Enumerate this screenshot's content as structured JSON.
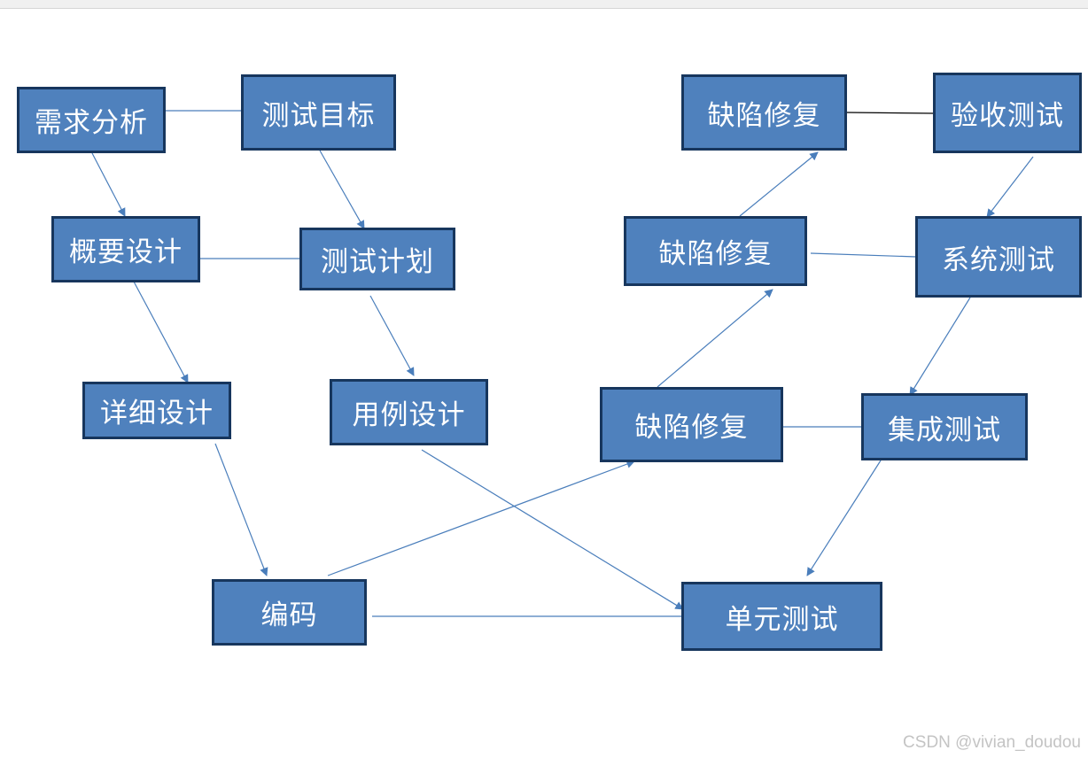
{
  "nodes": {
    "req_analysis": "需求分析",
    "test_goal": "测试目标",
    "overview_design": "概要设计",
    "test_plan": "测试计划",
    "detail_design": "详细设计",
    "case_design": "用例设计",
    "coding": "编码",
    "unit_test": "单元测试",
    "defect_fix_1": "缺陷修复",
    "integration_test": "集成测试",
    "defect_fix_2": "缺陷修复",
    "system_test": "系统测试",
    "defect_fix_3": "缺陷修复",
    "acceptance_test": "验收测试"
  },
  "watermark": "CSDN @vivian_doudou",
  "colors": {
    "node_fill": "#4f81bd",
    "node_border": "#17365d",
    "node_text": "#ffffff",
    "link": "#4a7ebb"
  }
}
